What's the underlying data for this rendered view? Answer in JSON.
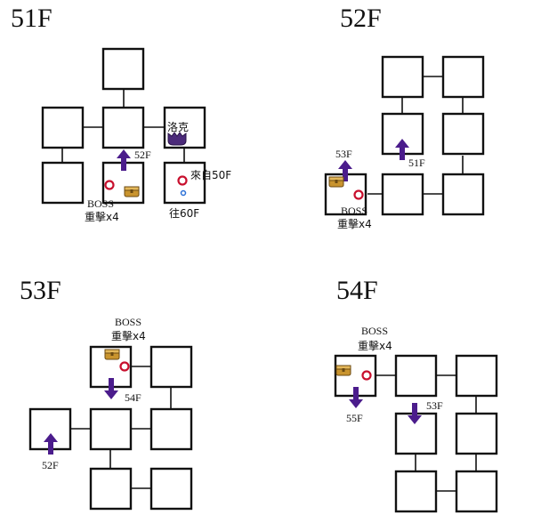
{
  "colors": {
    "room_stroke": "#111111",
    "arrow": "#4b1c8c",
    "marker_red": "#c8102e",
    "marker_blue": "#2a6fd6",
    "chest": "#c9942e",
    "npc": "#4b2a7a"
  },
  "icons": {
    "arrow": "stair-arrow-icon",
    "boss": "boss-marker-icon",
    "chest": "treasure-chest-icon",
    "npc": "npc-luoke-icon",
    "portal": "portal-marker-icon"
  },
  "floors": [
    {
      "title": "51F",
      "labels": {
        "to52": "52F",
        "npc": "洛克",
        "from50": "來自50F",
        "boss": "BOSS",
        "crit": "重擊x4",
        "to60": "往60F"
      }
    },
    {
      "title": "52F",
      "labels": {
        "to53": "53F",
        "to51": "51F",
        "boss": "BOSS",
        "crit": "重擊x4"
      }
    },
    {
      "title": "53F",
      "labels": {
        "boss": "BOSS",
        "crit": "重擊x4",
        "to54": "54F",
        "to52": "52F"
      }
    },
    {
      "title": "54F",
      "labels": {
        "boss": "BOSS",
        "crit": "重擊x4",
        "to55": "55F",
        "to53": "53F"
      }
    }
  ]
}
